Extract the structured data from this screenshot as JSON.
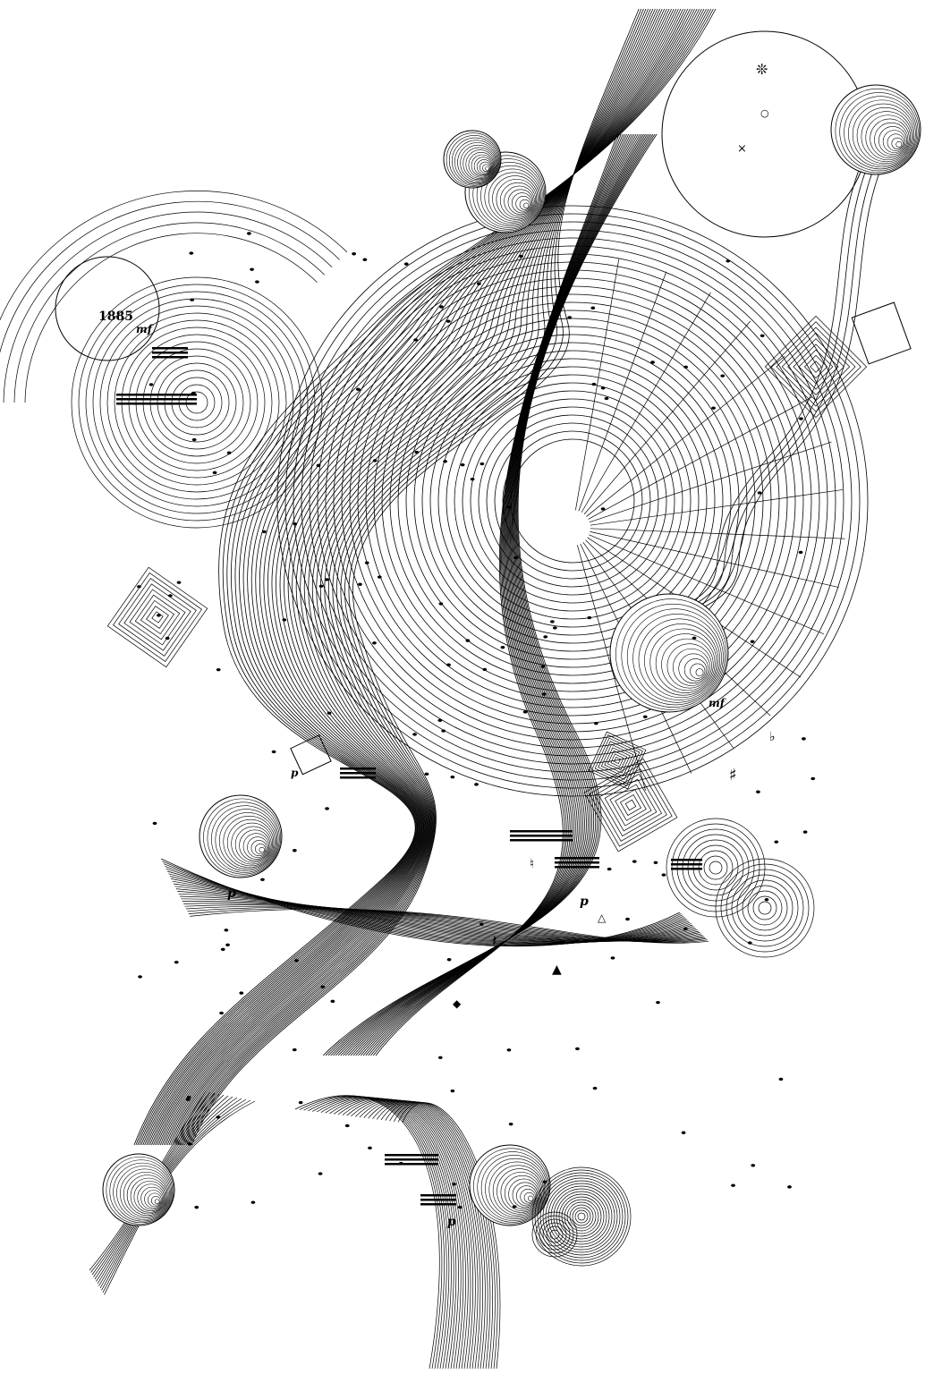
{
  "artwork": {
    "background_color": "#ffffff",
    "ink_color": "#000000",
    "texts": {
      "year": "1885",
      "dyn_mf_left": "mf",
      "dyn_mf_right": "mf",
      "dyn_p_left": "p",
      "dyn_p_center": "p",
      "dyn_p_bottom": "p",
      "dyn_p_mid": "p"
    },
    "symbols": {
      "asterisk": "❊",
      "cross": "×",
      "sharp": "♯",
      "flat": "♭",
      "natural": "♮",
      "rest": "𝄽",
      "circle": "○",
      "triangle": "▲",
      "diamond": "◆",
      "triangle_outline": "△"
    }
  }
}
